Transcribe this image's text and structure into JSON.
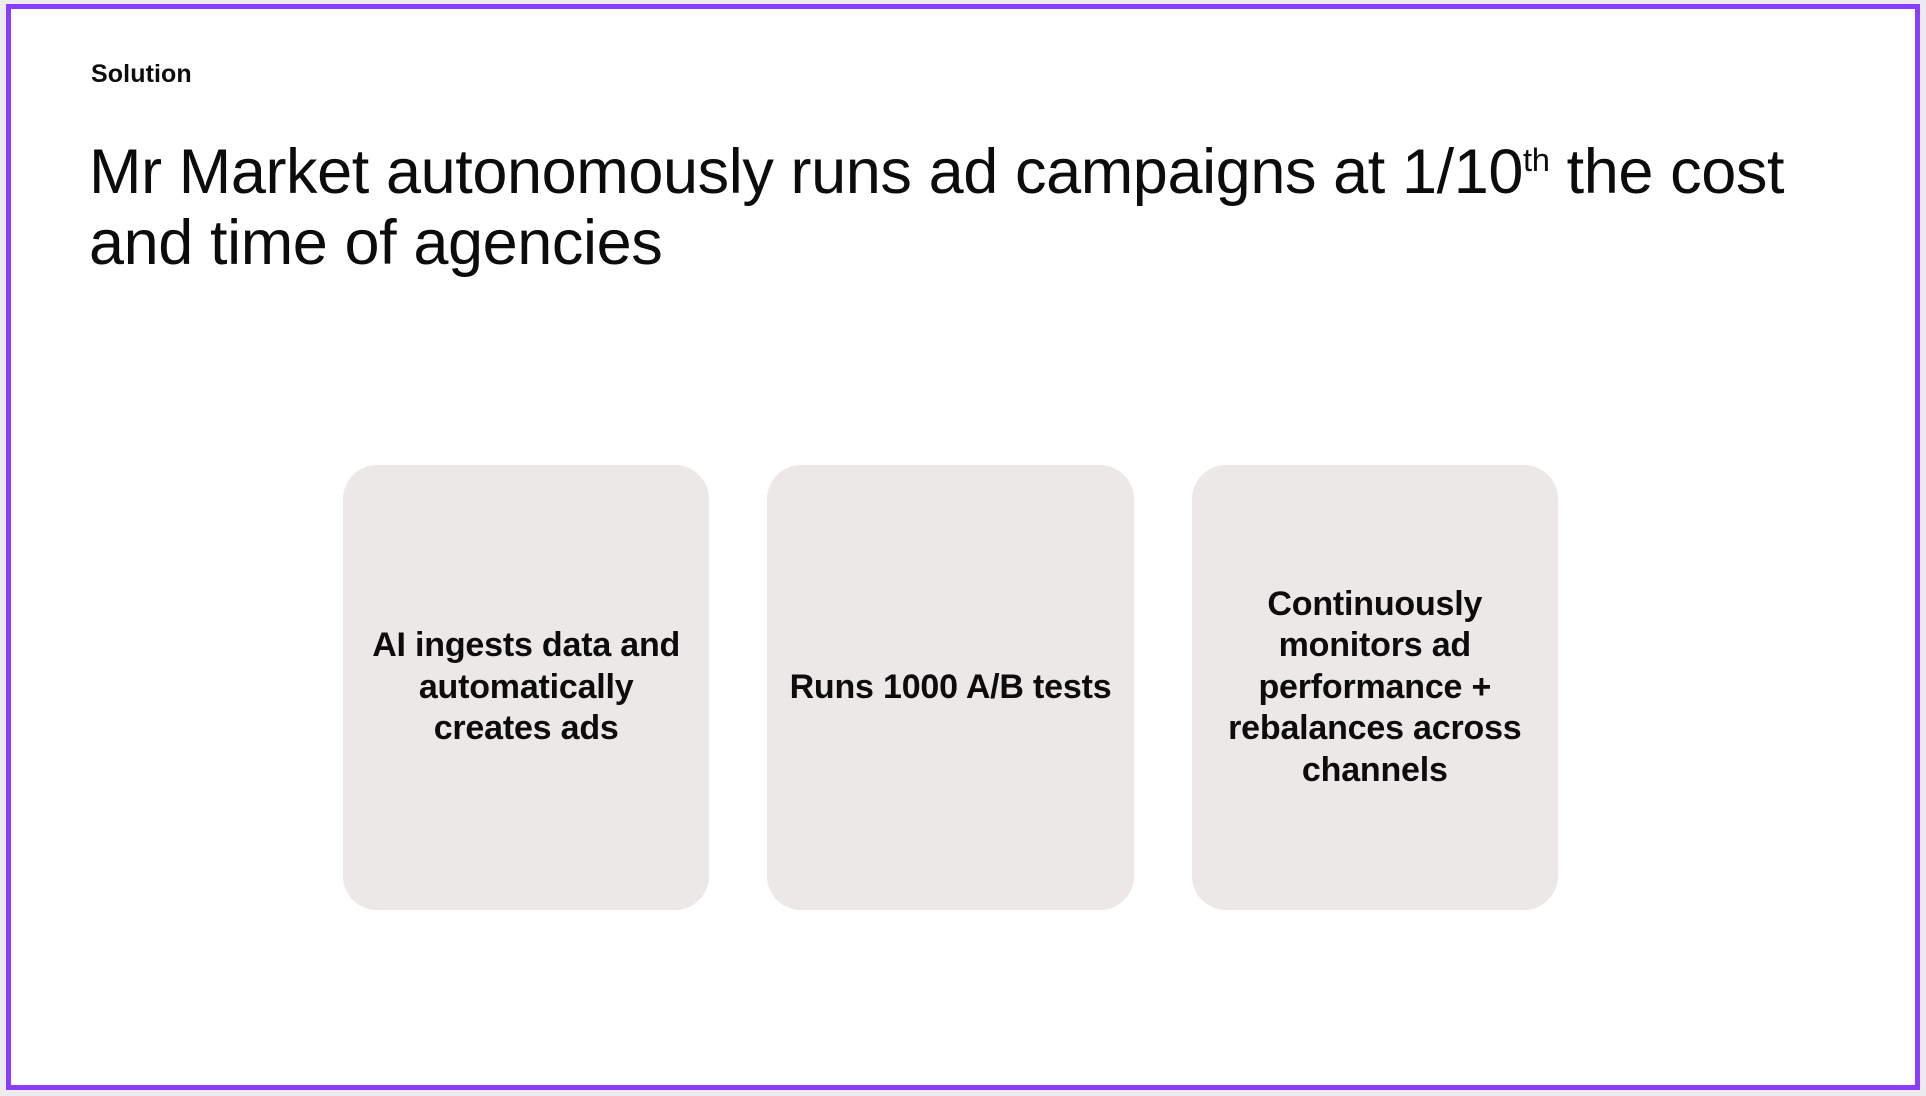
{
  "slide": {
    "kicker": "Solution",
    "headline_line1": "Mr Market autonomously runs ad campaigns at 1/10",
    "headline_superscript": "th",
    "headline_line2": "the cost and time of agencies",
    "headline_full": "Mr Market autonomously runs ad campaigns at 1/10th the cost and time of agencies",
    "border_color": "#8b3dff",
    "background_color": "#ffffff",
    "outer_background_color": "#ecebef",
    "text_color": "#0c0c0c",
    "card_background_color": "#ebe8e7",
    "cards": [
      {
        "text": "AI ingests data and automatically creates ads"
      },
      {
        "text": "Runs 1000 A/B tests"
      },
      {
        "text": "Continuously monitors ad performance + rebalances across channels"
      }
    ]
  }
}
